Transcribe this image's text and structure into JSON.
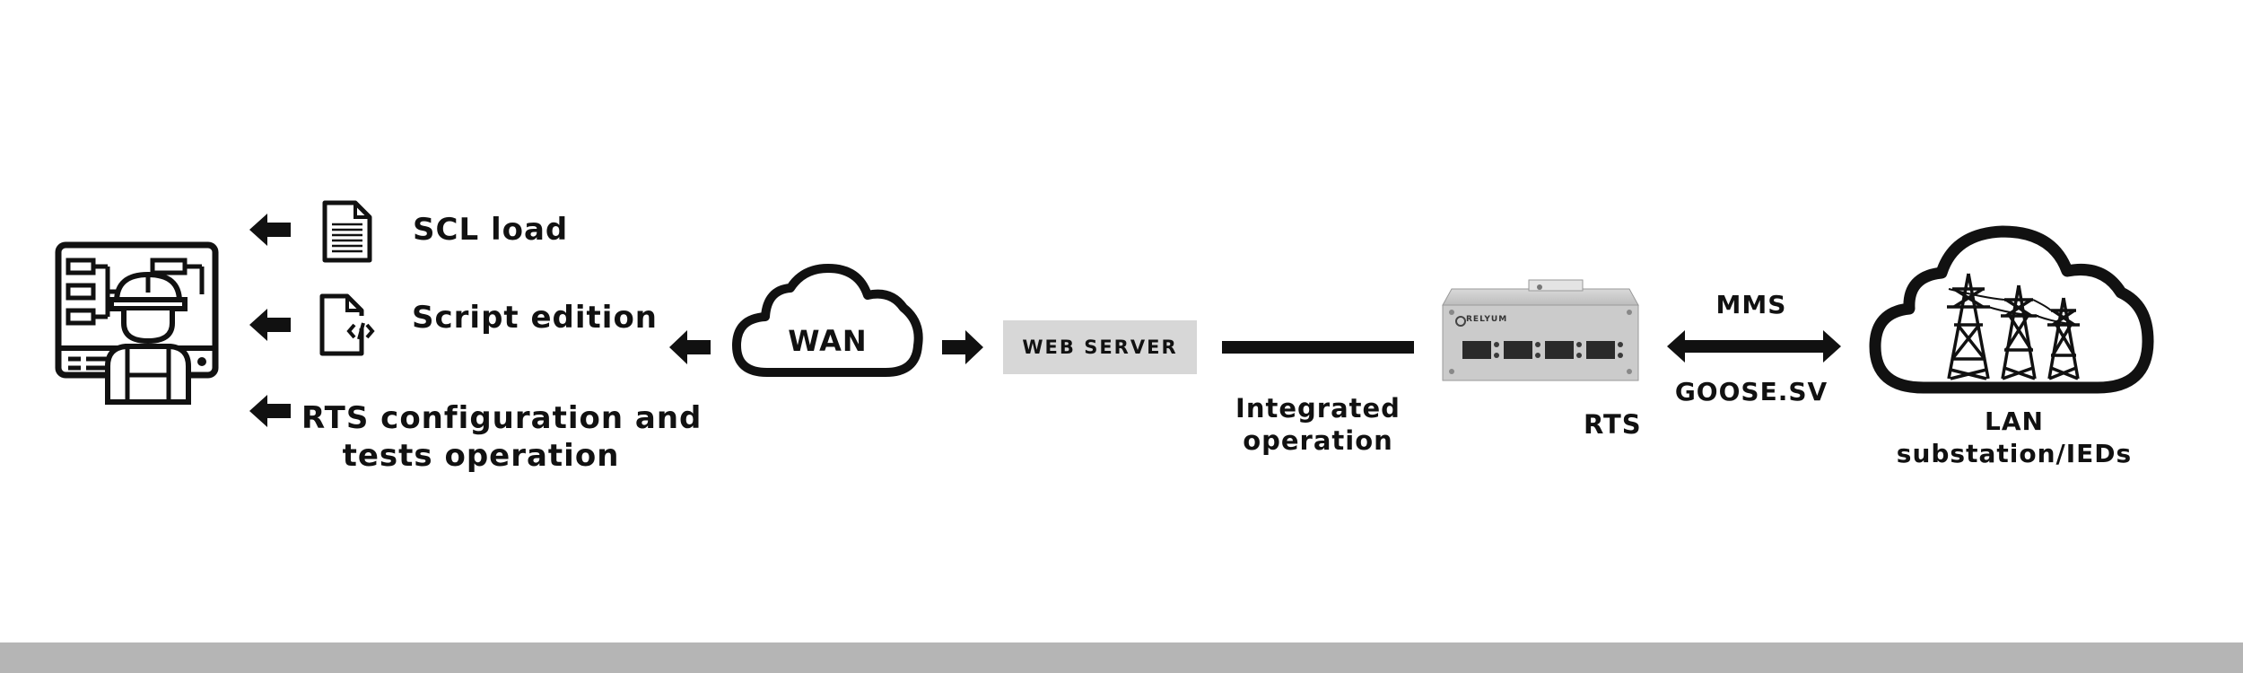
{
  "labels": {
    "scl_load": "SCL load",
    "script_edition": "Script edition",
    "rts_config_line1": "RTS configuration and",
    "rts_config_line2": "tests operation",
    "wan": "WAN",
    "web_server": "WEB SERVER",
    "integrated_line1": "Integrated",
    "integrated_line2": "operation",
    "rts": "RTS",
    "mms": "MMS",
    "goose_sv": "GOOSE.SV",
    "lan_line1": "LAN",
    "lan_line2": "substation/IEDs",
    "device_brand": "RELYUM"
  },
  "icons": {
    "operator": "engineer-at-workstation-icon",
    "scl_file": "document-icon",
    "script_file": "code-file-icon",
    "wan_cloud": "cloud-icon",
    "lan_cloud": "cloud-with-pylons-icon",
    "rts_device": "network-switch-device"
  },
  "colors": {
    "ink": "#111111",
    "web_server_box": "#d7d7d7",
    "bottom_bar": "#b5b5b5",
    "device_body": "#c9c9c9"
  }
}
